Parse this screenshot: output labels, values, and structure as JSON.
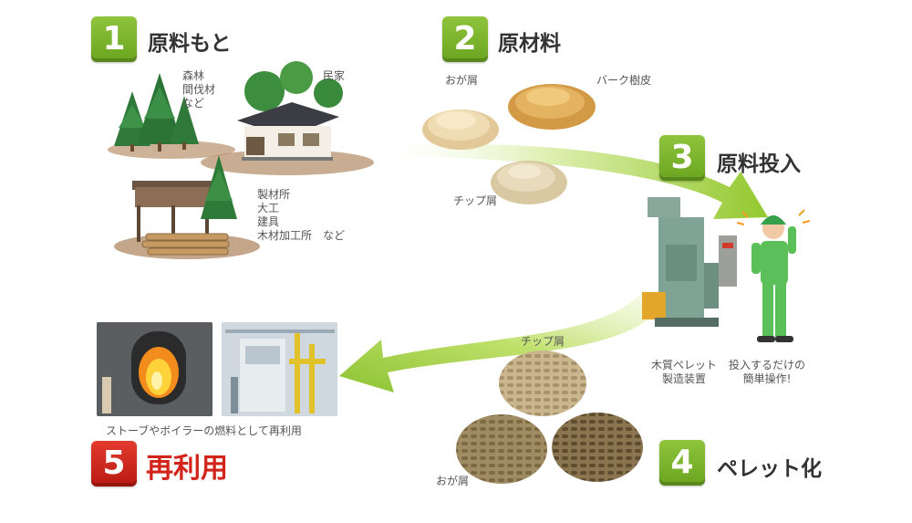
{
  "steps": {
    "s1": {
      "num": "1",
      "title": "原料もと"
    },
    "s2": {
      "num": "2",
      "title": "原材料"
    },
    "s3": {
      "num": "3",
      "title": "原料投入"
    },
    "s4": {
      "num": "4",
      "title": "ペレット化"
    },
    "s5": {
      "num": "5",
      "title": "再利用"
    }
  },
  "labels": {
    "forest": [
      "森林",
      "間伐材",
      "など"
    ],
    "house": "民家",
    "mill": [
      "製材所",
      "大工",
      "建具"
    ],
    "mill_last": "木材加工所　など",
    "sawdust": "おが屑",
    "bark": "バーク樹皮",
    "chip": "チップ屑",
    "machine": [
      "木質ペレット",
      "製造装置"
    ],
    "operation": [
      "投入するだけの",
      "簡単操作!"
    ],
    "pellet_chip": "チップ屑",
    "pellet_sawdust": "おが屑",
    "reuse_caption": "ストーブやボイラーの燃料として再利用"
  },
  "colors": {
    "badge_green": "#7bb52c",
    "badge_red": "#cc2118",
    "arrow_green": "#a6d23a",
    "title_red": "#d2241a"
  }
}
